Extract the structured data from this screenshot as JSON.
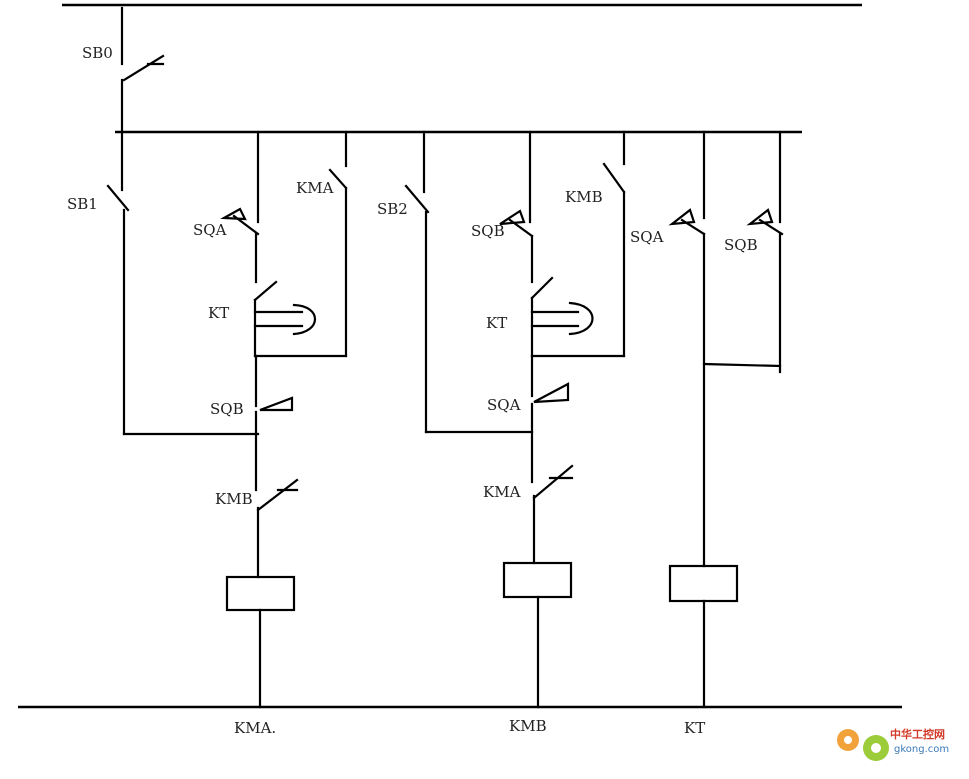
{
  "diagram": {
    "labels": {
      "sb0": "SB0",
      "sb1": "SB1",
      "sb2": "SB2",
      "sqa_1": "SQA",
      "kma_seal": "KMA",
      "kt_1": "KT",
      "sqb_1": "SQB",
      "kmb_interlock": "KMB",
      "sqb_2": "SQB",
      "kmb_seal": "KMB",
      "kt_2": "KT",
      "sqa_2": "SQA",
      "kma_interlock": "KMA",
      "sqa_3": "SQA",
      "sqb_3": "SQB",
      "coil_kma": "KMA.",
      "coil_kmb": "KMB",
      "coil_kt": "KT"
    }
  },
  "watermark": {
    "title": "中华工控网",
    "url": "gkong.com"
  }
}
